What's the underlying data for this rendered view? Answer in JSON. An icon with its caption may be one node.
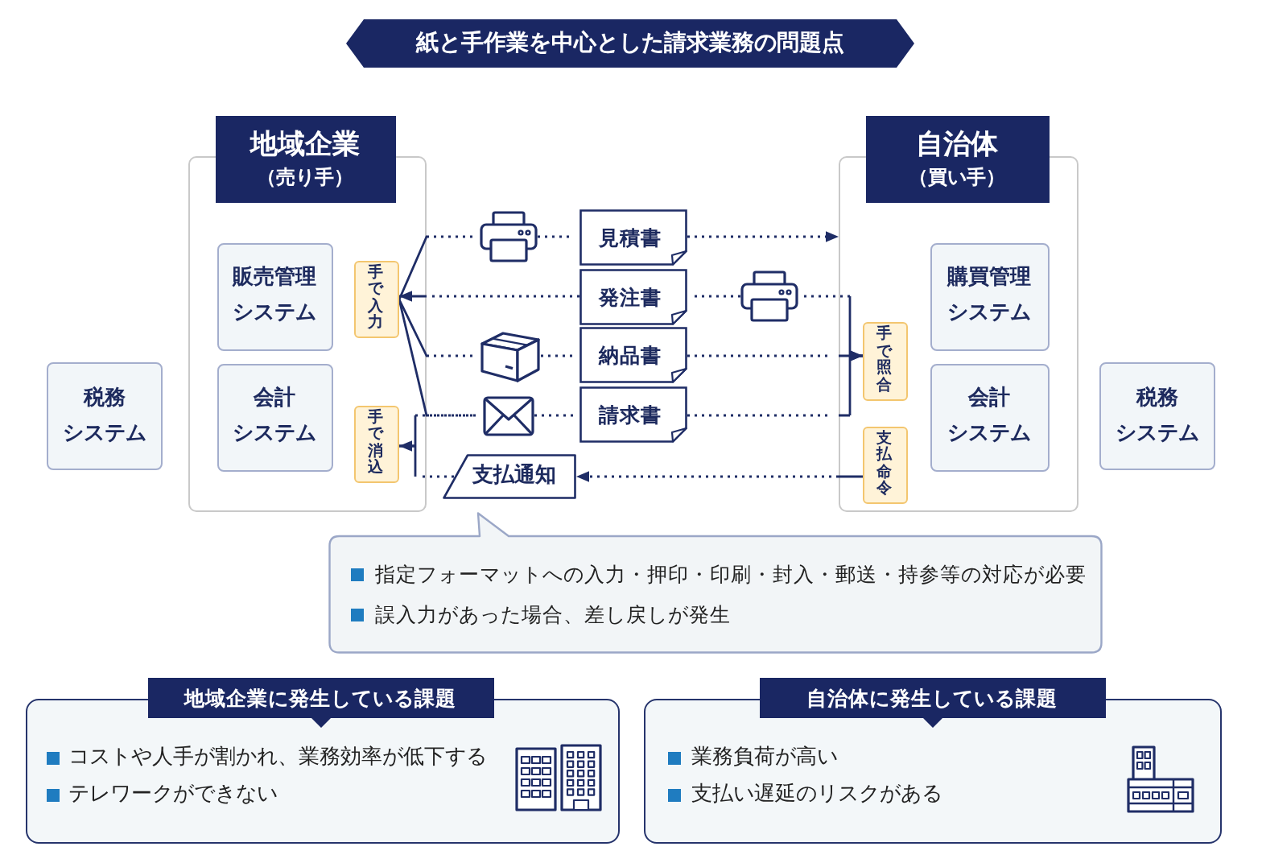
{
  "diagram": {
    "title": "紙と手作業を中心とした請求業務の問題点",
    "nodes": [
      {
        "text": [
          "地域企業",
          "（売り手）"
        ]
      },
      {
        "text": [
          "販売管理システム"
        ],
        "in": 0
      },
      {
        "text": [
          "会計システム"
        ],
        "in": 0
      },
      {
        "text": [
          "手で入力"
        ],
        "in": 0
      },
      {
        "text": [
          "手で消込"
        ],
        "in": 0
      },
      {
        "text": [
          "税務システム"
        ]
      },
      {
        "text": [],
        "shape": "picture"
      },
      {
        "text": [
          "見積書"
        ]
      },
      {
        "text": [
          "発注書"
        ]
      },
      {
        "text": [],
        "shape": "picture"
      },
      {
        "text": [],
        "shape": "picture"
      },
      {
        "text": [
          "納品書"
        ]
      },
      {
        "text": [],
        "shape": "picture"
      },
      {
        "text": [
          "請求書"
        ]
      },
      {
        "text": [
          "支払通知"
        ]
      },
      {
        "text": [
          "自治体",
          "（買い手）"
        ]
      },
      {
        "text": [
          "手で照合"
        ],
        "in": 15
      },
      {
        "text": [
          "支払命令"
        ],
        "in": 15
      },
      {
        "text": [
          "購買管理システム"
        ],
        "in": 15
      },
      {
        "text": [
          "会計システム"
        ],
        "in": 15
      },
      {
        "text": [
          "税務システム"
        ]
      },
      {
        "text": [
          "指定フォーマットへの入力・押印・印刷・封入・郵送・持参等の対応が必要",
          "誤入力があった場合、差し戻しが発生"
        ]
      },
      {
        "text": [
          "地域企業に発生している課題",
          "コストや人手が割かれ、業務効率が低下する",
          "テレワークができない"
        ]
      },
      {
        "text": [
          "自治体に発生している課題",
          "業務負荷が高い",
          "支払い遅延のリスクがある"
        ]
      }
    ],
    "edges": [
      {
        "from": 3,
        "to": 6,
        "arrow": "none"
      },
      {
        "from": 6,
        "to": 7,
        "arrow": "none"
      },
      {
        "from": 7,
        "to": 15,
        "arrow": "to"
      },
      {
        "from": 16,
        "to": 9,
        "arrow": "none"
      },
      {
        "from": 9,
        "to": 8,
        "arrow": "none"
      },
      {
        "from": 8,
        "to": 3,
        "arrow": "to"
      },
      {
        "from": 3,
        "to": 10,
        "arrow": "none"
      },
      {
        "from": 10,
        "to": 11,
        "arrow": "none"
      },
      {
        "from": 11,
        "to": 16,
        "arrow": "to"
      },
      {
        "from": 3,
        "to": 12,
        "arrow": "none"
      },
      {
        "from": 4,
        "to": 12,
        "arrow": "none"
      },
      {
        "from": 12,
        "to": 13,
        "arrow": "none"
      },
      {
        "from": 13,
        "to": 16,
        "arrow": "to"
      },
      {
        "from": 17,
        "to": 14,
        "arrow": "to"
      },
      {
        "from": 14,
        "to": 4,
        "arrow": "to"
      }
    ]
  }
}
